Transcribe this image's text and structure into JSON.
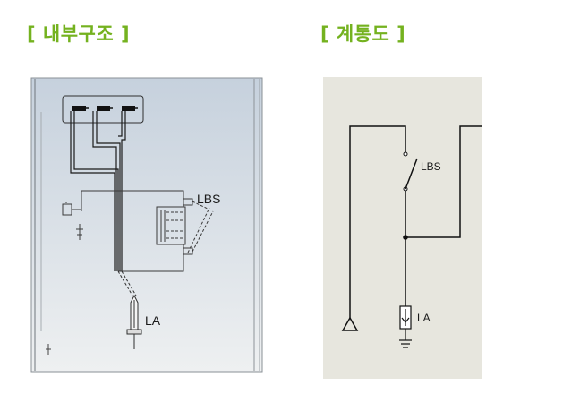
{
  "headings": {
    "internal_structure": "[ 내부구조 ]",
    "single_line_diagram": "[ 계통도 ]"
  },
  "internal_structure": {
    "labels": {
      "lbs": "LBS",
      "la": "LA"
    }
  },
  "single_line_diagram": {
    "labels": {
      "lbs": "LBS",
      "la": "LA"
    }
  },
  "colors": {
    "heading": "#74b21f",
    "cabinet_top": "#c7d2de",
    "cabinet_bottom": "#eef0f1",
    "diagram_bg": "#e7e6de"
  }
}
